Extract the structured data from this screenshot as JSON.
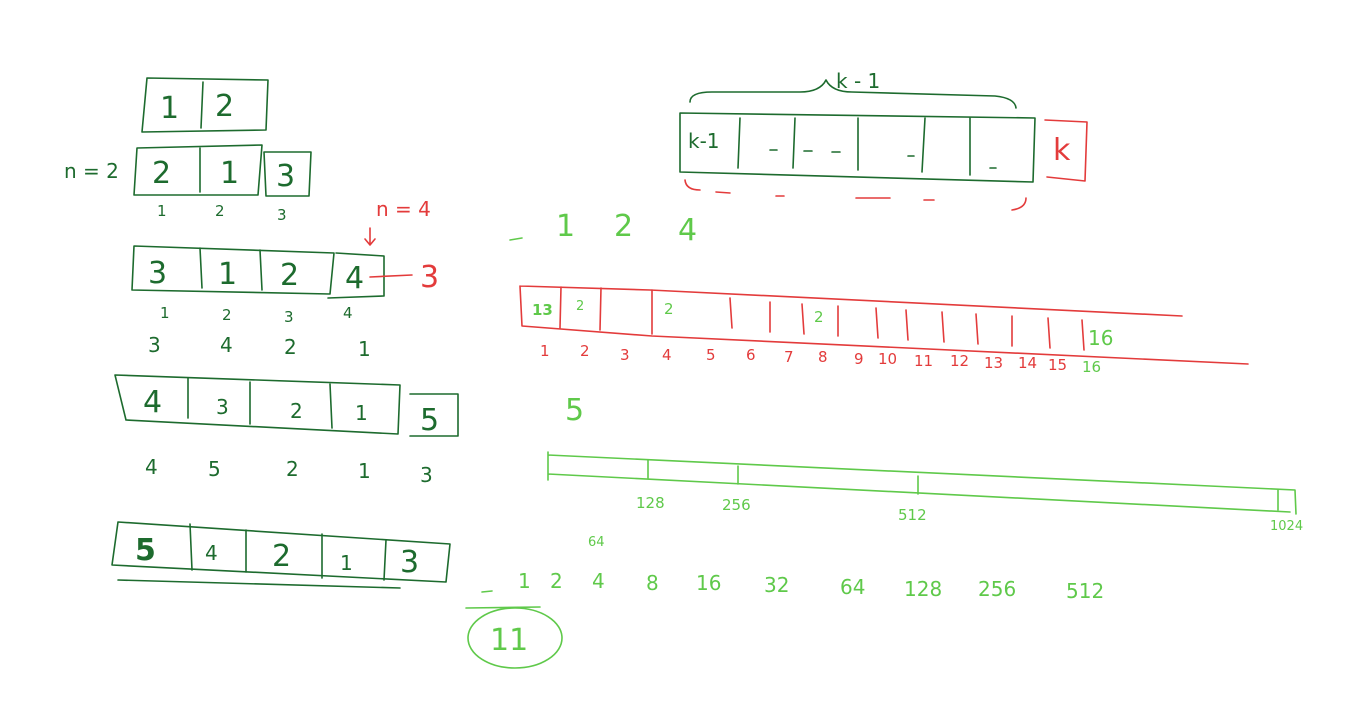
{
  "left_arrays": {
    "row1": [
      "1",
      "2"
    ],
    "row2_label": "n = 2",
    "row2": [
      "2",
      "1"
    ],
    "row2_extra": "3",
    "row2_index": [
      "1",
      "2",
      "3"
    ],
    "row3_label": "n = 4",
    "row3": [
      "3",
      "1",
      "2",
      "4"
    ],
    "row3_extra": "3",
    "row3_index": [
      "1",
      "2",
      "3",
      "4"
    ],
    "row3_perm": [
      "3",
      "4",
      "2",
      "1"
    ],
    "row4": [
      "4",
      "3",
      "2",
      "1"
    ],
    "row4_extra": "5",
    "row4_perm": [
      "4",
      "5",
      "2",
      "1",
      "3"
    ],
    "row5": [
      "5",
      "4",
      "2",
      "1",
      "3"
    ]
  },
  "top_right": {
    "brace_label": "k - 1",
    "first_cell": "k-1",
    "extra_cell": "k"
  },
  "sequence_small": [
    "1",
    "2",
    "4"
  ],
  "red_array": {
    "cells": [
      "13",
      "2",
      "2",
      "2",
      "16"
    ],
    "index": [
      "1",
      "2",
      "3",
      "4",
      "5",
      "6",
      "7",
      "8",
      "9",
      "10",
      "11",
      "12",
      "13",
      "14",
      "15",
      "16"
    ]
  },
  "count_five": "5",
  "green_bar": {
    "ticks": [
      "128",
      "256",
      "512",
      "1024"
    ]
  },
  "small_64": "64",
  "sequence_long": [
    "1",
    "2",
    "4",
    "8",
    "16",
    "32",
    "64",
    "128",
    "256",
    "512"
  ],
  "circled": "11"
}
